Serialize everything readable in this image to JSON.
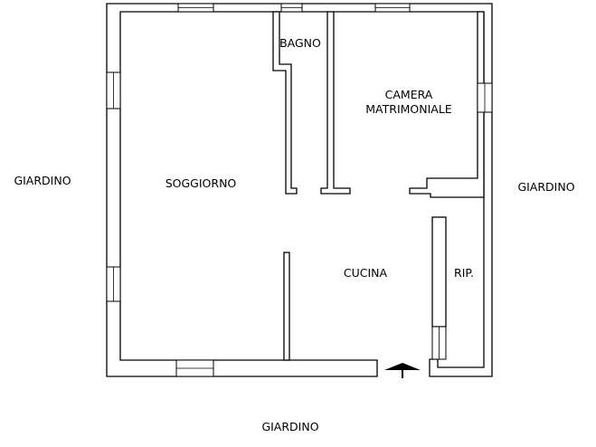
{
  "floorplan": {
    "rooms": {
      "soggiorno": "SOGGIORNO",
      "bagno": "BAGNO",
      "camera_line1": "CAMERA",
      "camera_line2": "MATRIMONIALE",
      "cucina": "CUCINA",
      "ripostiglio": "RIP."
    },
    "surroundings": {
      "west": "GIARDINO",
      "east": "GIARDINO",
      "south": "GIARDINO"
    },
    "colors": {
      "walls": "#000000",
      "background": "#ffffff"
    }
  }
}
